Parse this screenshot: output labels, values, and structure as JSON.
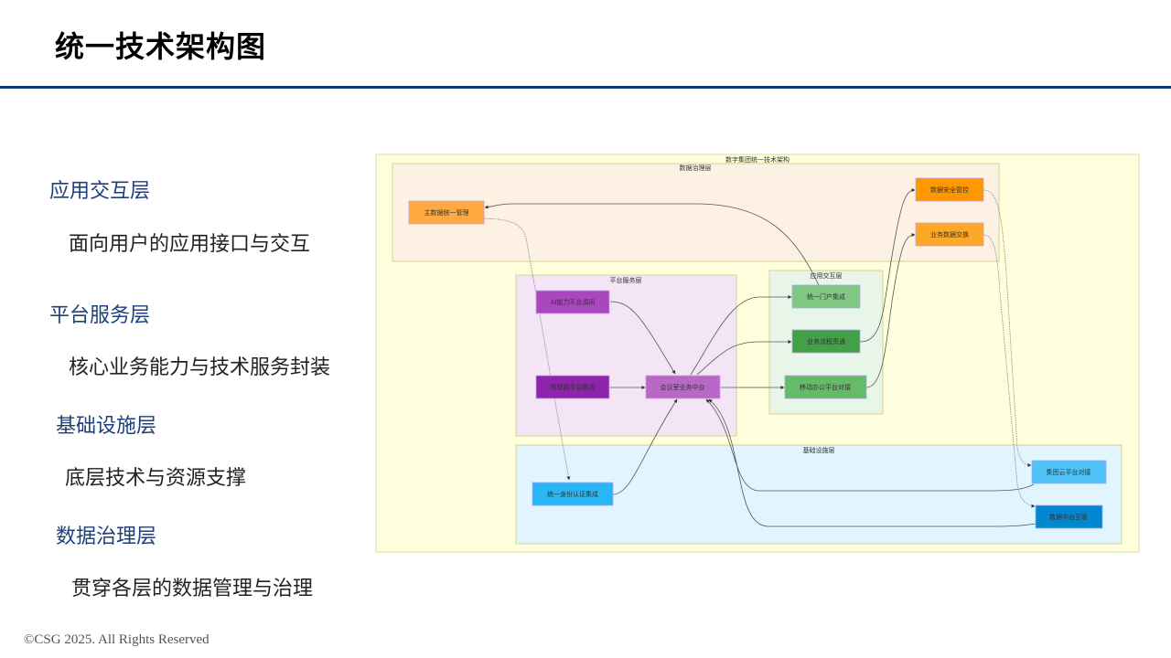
{
  "slide": {
    "title": "统一技术架构图",
    "footer": "©CSG 2025. All Rights Reserved"
  },
  "layers": [
    {
      "heading": "应用交互层",
      "description": "面向用户的应用接口与交互"
    },
    {
      "heading": "平台服务层",
      "description": "核心业务能力与技术服务封装"
    },
    {
      "heading": "基础设施层",
      "description": "底层技术与资源支撑"
    },
    {
      "heading": "数据治理层",
      "description": "贯穿各层的数据管理与治理"
    }
  ],
  "diagram": {
    "title": "数字集团统一技术架构",
    "groups": {
      "data_gov": "数据治理层",
      "platform": "平台服务层",
      "app": "应用交互层",
      "infra": "基础设施层"
    },
    "nodes": {
      "master_data": "主数据统一管理",
      "data_security": "数据安全管控",
      "data_exchange": "业务数据交换",
      "ai_platform": "AI能力平台调用",
      "iot_platform": "物联网平台集成",
      "meeting_hub": "会议室业务中台",
      "portal": "统一门户集成",
      "workflow": "业务流程贯通",
      "mobile_office": "移动办公平台对接",
      "identity": "统一身份认证集成",
      "group_cloud": "集团云平台对接",
      "data_hub": "数据中台互联"
    },
    "colors": {
      "outer_bg": "#ffffde",
      "data_gov_bg": "#fdf1e3",
      "platform_bg": "#f3e5f5",
      "app_bg": "#e8f5e9",
      "infra_bg": "#e1f5fe",
      "orange_light": "#ffa940",
      "orange": "#ff9800",
      "purple": "#ab47bc",
      "purple_dark": "#8e24aa",
      "purple_mid": "#ba68c8",
      "green_light": "#81c784",
      "green_dark": "#43a047",
      "green": "#66bb6a",
      "blue_light": "#29b6f6",
      "blue_sky": "#4fc3f7",
      "blue_dark": "#0288d1"
    }
  }
}
